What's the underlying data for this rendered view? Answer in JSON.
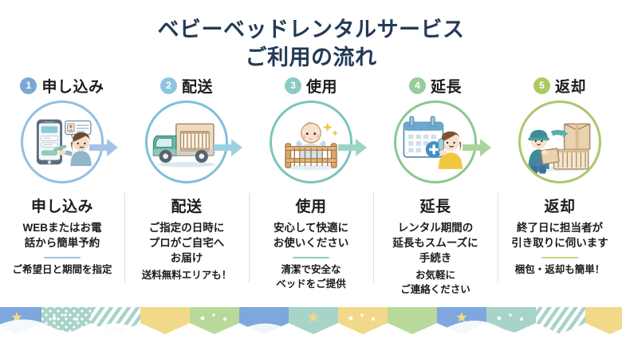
{
  "title": {
    "line1": "ベビーベッドレンタルサービス",
    "line2": "ご利用の流れ",
    "color": "#243a56"
  },
  "steps": [
    {
      "number": "1",
      "header": "申し込み",
      "caption_title": "申し込み",
      "caption_body": "WEBまたはお電\n話から簡単予約",
      "note": "ご希望日と期間を指定",
      "has_divider": true,
      "badge_color": "#7ba7d4",
      "ring_color": "#93bfe3",
      "arrow_color": "#a6c2e8",
      "divider_color": "#9cc3e6",
      "icon": "smartphone-booking-icon"
    },
    {
      "number": "2",
      "header": "配送",
      "caption_title": "配送",
      "caption_body": "ご指定の日時に\nプロがご自宅へ\nお届け",
      "note": "送料無料エリアも！",
      "has_divider": false,
      "badge_color": "#8dc6e0",
      "ring_color": "#7fc0d8",
      "arrow_color": "#9cd0e0",
      "divider_color": "#8dc6e0",
      "icon": "delivery-truck-icon"
    },
    {
      "number": "3",
      "header": "使用",
      "caption_title": "使用",
      "caption_body": "安心して快適に\nお使いください",
      "note": "清潔で安全な\nベッドをご提供",
      "has_divider": true,
      "badge_color": "#8ccac3",
      "ring_color": "#7fc4bb",
      "arrow_color": "#9ed4c6",
      "divider_color": "#8ccac3",
      "icon": "baby-in-crib-icon"
    },
    {
      "number": "4",
      "header": "延長",
      "caption_title": "延長",
      "caption_body": "レンタル期間の\n延長もスムーズに\n手続き",
      "note": "お気軽に\nご連絡ください",
      "has_divider": false,
      "badge_color": "#9ccb9b",
      "ring_color": "#8cc78f",
      "arrow_color": "#a8d49b",
      "divider_color": "#9ccb9b",
      "icon": "calendar-phone-icon"
    },
    {
      "number": "5",
      "header": "返却",
      "caption_title": "返却",
      "caption_body": "終了日に担当者が\n引き取りに伺います",
      "note": "梱包・返却も簡単！",
      "has_divider": true,
      "badge_color": "#aec95f",
      "ring_color": "#a9c96a",
      "arrow_color": "#b9d479",
      "divider_color": "#c2d87e",
      "icon": "staff-packing-box-icon"
    }
  ],
  "footer": {
    "name": "decorative-bunting-banner",
    "colors": [
      "#7ea7dd",
      "#f2d98a",
      "#a8d3c8",
      "#b9d99a",
      "#ffffff"
    ]
  }
}
